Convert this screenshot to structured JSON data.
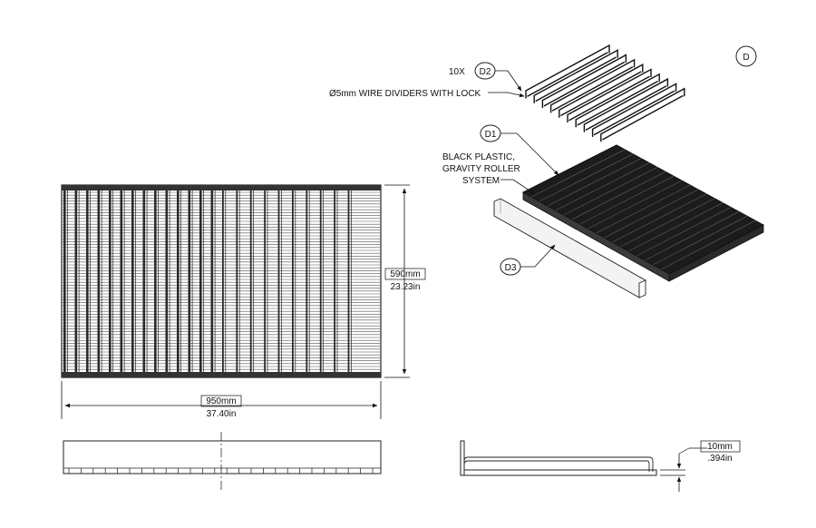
{
  "sheet_callout": "D",
  "balloons": {
    "d1": "D1",
    "d2": "D2",
    "d3": "D3"
  },
  "notes": {
    "quantity": "10X",
    "wire_dividers": "Ø5mm WIRE DIVIDERS WITH LOCK",
    "roller_line1": "BLACK PLASTIC,",
    "roller_line2": "GRAVITY ROLLER",
    "roller_line3": "SYSTEM"
  },
  "dimensions": {
    "width_mm": "950mm",
    "width_in": "37.40in",
    "depth_mm": "590mm",
    "depth_in": "23.23in",
    "height_mm": "10mm",
    "height_in": ".394in"
  }
}
